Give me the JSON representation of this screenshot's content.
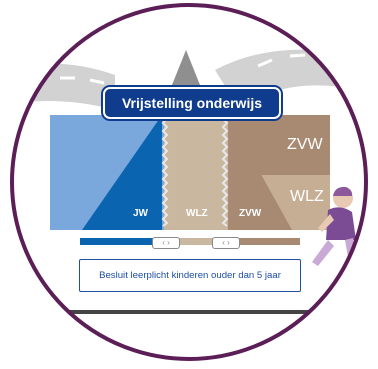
{
  "banner": {
    "title": "Vrijstelling onderwijs"
  },
  "triangle_labels": {
    "left": "JW",
    "middle": "WLZ",
    "right": "ZVW"
  },
  "side_labels": {
    "top": "ZVW",
    "bottom": "WLZ"
  },
  "slider": {
    "left_handle": "‹ ›",
    "right_handle": "‹ ›"
  },
  "caption": "Besluit leerplicht kinderen ouder dan 5 jaar",
  "colors": {
    "circle_border": "#5b1e56",
    "road": "#d0d0d0",
    "left_block": "#7aa7dc",
    "blue_triangle": "#0a64b0",
    "beige_triangle": "#c9b79f",
    "brown": "#a88a72",
    "tan": "#c6ae94",
    "banner": "#0f3c8c",
    "caption_text": "#1e4fa0"
  }
}
